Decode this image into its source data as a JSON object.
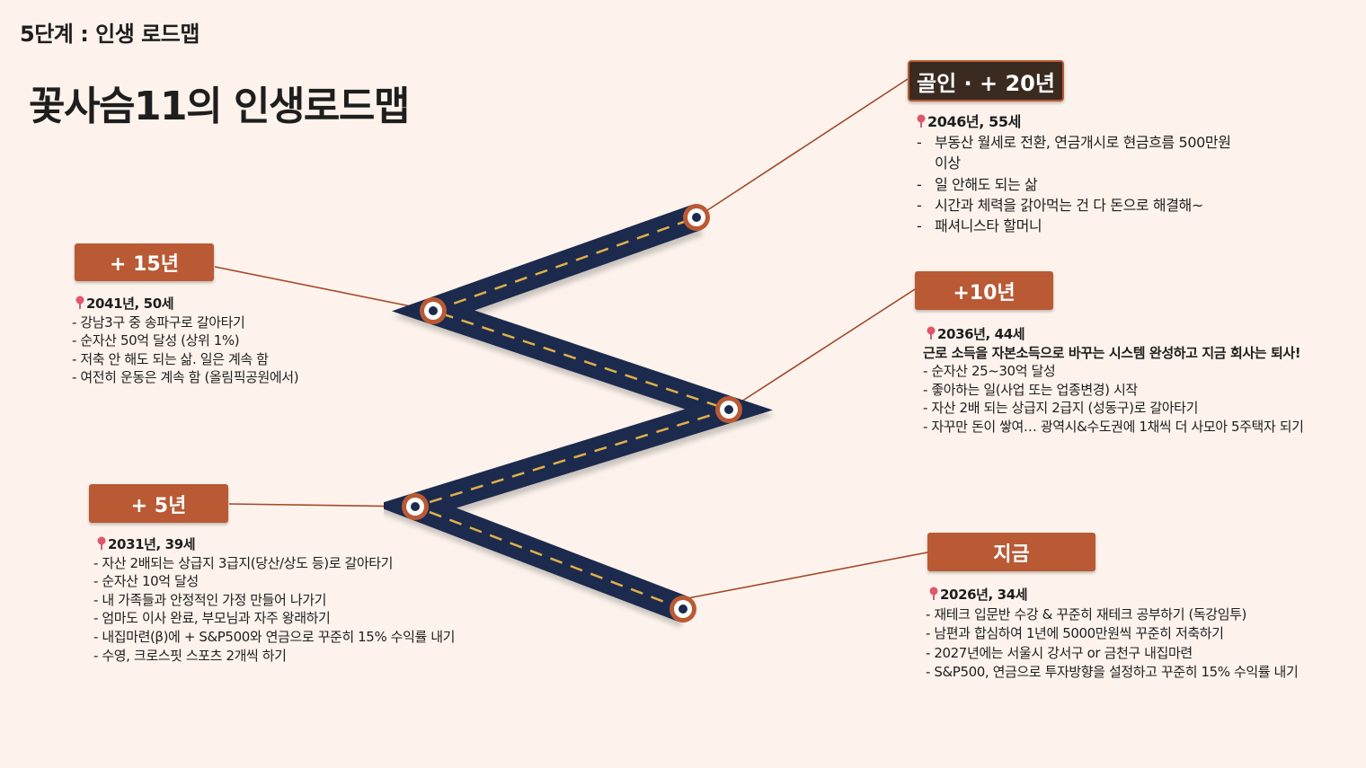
{
  "step_label": "5단계 : 인생 로드맵",
  "title": "꽃사슴11의 인생로드맵",
  "milestones": {
    "now": {
      "tag": "지금",
      "date": "2026년, 34세",
      "items": [
        "- 재테크 입문반 수강 & 꾸준히 재테크 공부하기 (독강임투)",
        "- 남편과 합심하여 1년에 5000만원씩 꾸준히 저축하기",
        "- 2027년에는 서울시 강서구 or 금천구 내집마련",
        "- S&P500, 연금으로 투자방향을 설정하고 꾸준히 15% 수익률 내기"
      ]
    },
    "y5": {
      "tag": "+ 5년",
      "date": "2031년, 39세",
      "items": [
        "- 자산 2배되는 상급지 3급지(당산/상도 등)로  갈아타기",
        "- 순자산 10억 달성",
        "- 내 가족들과 안정적인 가정 만들어 나가기",
        "- 엄마도 이사 완료, 부모님과 자주 왕래하기",
        "- 내집마련(β)에 + S&P500와 연금으로 꾸준히 15% 수익률 내기",
        "- 수영, 크로스핏  스포츠 2개씩 하기"
      ]
    },
    "y10": {
      "tag": "+10년",
      "date": "2036년, 44세",
      "summary": "근로 소득을 자본소득으로 바꾸는 시스템 완성하고 지금 회사는 퇴사!",
      "items": [
        "- 순자산 25~30억 달성",
        "- 좋아하는 일(사업 또는 업종변경) 시작",
        "- 자산 2배 되는 상급지 2급지 (성동구)로  갈아타기",
        "- 자꾸만 돈이 쌓여… 광역시&수도권에 1채씩 더 사모아 5주택자 되기"
      ]
    },
    "y15": {
      "tag": "+ 15년",
      "date": "2041년, 50세",
      "items": [
        "- 강남3구 중 송파구로 갈아타기",
        "- 순자산 50억 달성 (상위 1%)",
        "- 저축 안 해도 되는 삶. 일은 계속 함",
        "- 여전히 운동은 계속 함 (올림픽공원에서)"
      ]
    },
    "y20": {
      "tag": "골인 · + 20년",
      "date": "2046년, 55세",
      "items": [
        {
          "dash": "-",
          "text": "부동산 월세로 전환, 연금개시로 현금흐름 500만원"
        },
        {
          "dash": "",
          "text": "이상"
        },
        {
          "dash": "-",
          "text": "일 안해도 되는 삶"
        },
        {
          "dash": "-",
          "text": "시간과 체력을 갉아먹는 건 다 돈으로 해결해~"
        },
        {
          "dash": "-",
          "text": "패셔니스타 할머니"
        }
      ]
    }
  },
  "colors": {
    "background": "#fdf3ec",
    "tag": "#b95a35",
    "tag_dark": "#3a2a20",
    "road": "#1c2a4d",
    "road_dash": "#e0b04a",
    "connector": "#a2492c"
  }
}
